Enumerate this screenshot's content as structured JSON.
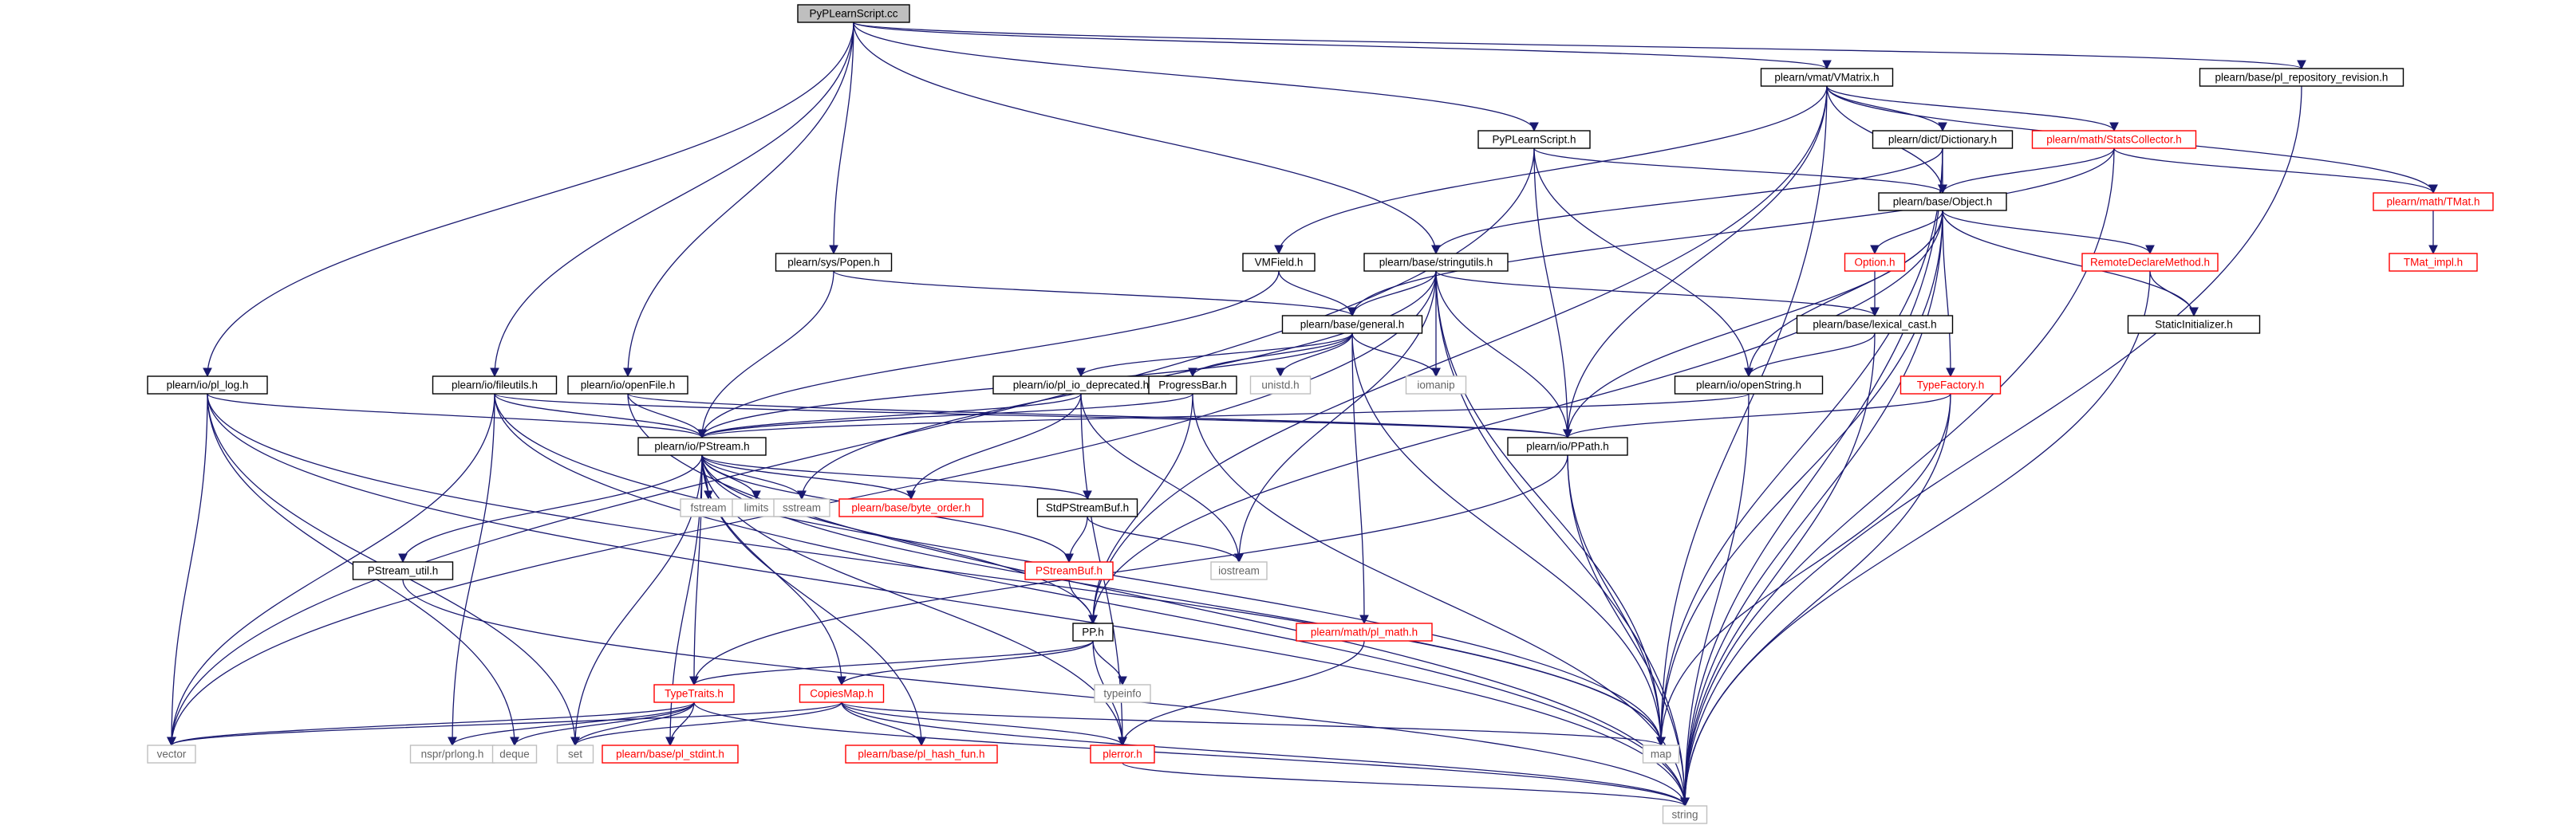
{
  "diagram": {
    "colors": {
      "edge": "#191970",
      "box_default": "#000000",
      "box_red": "#ff0000",
      "box_gray": "#bfbfbf",
      "root_fill": "#bfbfbf",
      "text_default": "#000000",
      "text_red": "#ff0000",
      "text_gray": "#666666"
    },
    "nodes": [
      {
        "id": "root",
        "label": "PyPLearnScript.cc",
        "style": "root"
      },
      {
        "id": "vmatrix",
        "label": "plearn/vmat/VMatrix.h",
        "style": "default"
      },
      {
        "id": "repo",
        "label": "plearn/base/pl_repository_revision.h",
        "style": "default"
      },
      {
        "id": "dict",
        "label": "plearn/dict/Dictionary.h",
        "style": "default"
      },
      {
        "id": "stats",
        "label": "plearn/math/StatsCollector.h",
        "style": "red"
      },
      {
        "id": "pyplearn",
        "label": "PyPLearnScript.h",
        "style": "default"
      },
      {
        "id": "object",
        "label": "plearn/base/Object.h",
        "style": "default"
      },
      {
        "id": "tmat",
        "label": "plearn/math/TMat.h",
        "style": "red"
      },
      {
        "id": "tmat_impl",
        "label": "TMat_impl.h",
        "style": "red"
      },
      {
        "id": "popen",
        "label": "plearn/sys/Popen.h",
        "style": "default"
      },
      {
        "id": "vmfield",
        "label": "VMField.h",
        "style": "default"
      },
      {
        "id": "stringutils",
        "label": "plearn/base/stringutils.h",
        "style": "default"
      },
      {
        "id": "option",
        "label": "Option.h",
        "style": "red"
      },
      {
        "id": "remote",
        "label": "RemoteDeclareMethod.h",
        "style": "red"
      },
      {
        "id": "general",
        "label": "plearn/base/general.h",
        "style": "default"
      },
      {
        "id": "lexical",
        "label": "plearn/base/lexical_cast.h",
        "style": "default"
      },
      {
        "id": "staticinit",
        "label": "StaticInitializer.h",
        "style": "default"
      },
      {
        "id": "pllog",
        "label": "plearn/io/pl_log.h",
        "style": "default"
      },
      {
        "id": "fileutils",
        "label": "plearn/io/fileutils.h",
        "style": "default"
      },
      {
        "id": "openfile",
        "label": "plearn/io/openFile.h",
        "style": "default"
      },
      {
        "id": "deprecated",
        "label": "plearn/io/pl_io_deprecated.h",
        "style": "default"
      },
      {
        "id": "progress",
        "label": "ProgressBar.h",
        "style": "default"
      },
      {
        "id": "unistd",
        "label": "unistd.h",
        "style": "gray"
      },
      {
        "id": "iomanip",
        "label": "iomanip",
        "style": "gray"
      },
      {
        "id": "openstring",
        "label": "plearn/io/openString.h",
        "style": "default"
      },
      {
        "id": "typefactory",
        "label": "TypeFactory.h",
        "style": "red"
      },
      {
        "id": "pstream",
        "label": "plearn/io/PStream.h",
        "style": "default"
      },
      {
        "id": "ppath",
        "label": "plearn/io/PPath.h",
        "style": "default"
      },
      {
        "id": "fstream",
        "label": "fstream",
        "style": "gray"
      },
      {
        "id": "limits",
        "label": "limits",
        "style": "gray"
      },
      {
        "id": "sstream",
        "label": "sstream",
        "style": "gray"
      },
      {
        "id": "byteorder",
        "label": "plearn/base/byte_order.h",
        "style": "red"
      },
      {
        "id": "stdpstreambuf",
        "label": "StdPStreamBuf.h",
        "style": "default"
      },
      {
        "id": "pstreamutil",
        "label": "PStream_util.h",
        "style": "default"
      },
      {
        "id": "pstreambuf",
        "label": "PStreamBuf.h",
        "style": "red"
      },
      {
        "id": "iostream",
        "label": "iostream",
        "style": "gray"
      },
      {
        "id": "pp",
        "label": "PP.h",
        "style": "default"
      },
      {
        "id": "plmath",
        "label": "plearn/math/pl_math.h",
        "style": "red"
      },
      {
        "id": "typeinfo",
        "label": "typeinfo",
        "style": "gray"
      },
      {
        "id": "typetraits",
        "label": "TypeTraits.h",
        "style": "red"
      },
      {
        "id": "copiesmap",
        "label": "CopiesMap.h",
        "style": "red"
      },
      {
        "id": "vector",
        "label": "vector",
        "style": "gray"
      },
      {
        "id": "nsprlong",
        "label": "nspr/prlong.h",
        "style": "gray"
      },
      {
        "id": "deque",
        "label": "deque",
        "style": "gray"
      },
      {
        "id": "set",
        "label": "set",
        "style": "gray"
      },
      {
        "id": "stdint",
        "label": "plearn/base/pl_stdint.h",
        "style": "red"
      },
      {
        "id": "hashfun",
        "label": "plearn/base/pl_hash_fun.h",
        "style": "red"
      },
      {
        "id": "plerror",
        "label": "plerror.h",
        "style": "red"
      },
      {
        "id": "map",
        "label": "map",
        "style": "gray"
      },
      {
        "id": "string",
        "label": "string",
        "style": "gray"
      }
    ],
    "edges": [
      [
        "root",
        "vmatrix"
      ],
      [
        "root",
        "repo"
      ],
      [
        "root",
        "pyplearn"
      ],
      [
        "root",
        "popen"
      ],
      [
        "root",
        "stringutils"
      ],
      [
        "root",
        "pllog"
      ],
      [
        "root",
        "fileutils"
      ],
      [
        "root",
        "openfile"
      ],
      [
        "vmatrix",
        "dict"
      ],
      [
        "vmatrix",
        "stats"
      ],
      [
        "vmatrix",
        "object"
      ],
      [
        "vmatrix",
        "tmat"
      ],
      [
        "vmatrix",
        "vmfield"
      ],
      [
        "vmatrix",
        "ppath"
      ],
      [
        "vmatrix",
        "pp"
      ],
      [
        "vmatrix",
        "map"
      ],
      [
        "repo",
        "string"
      ],
      [
        "dict",
        "object"
      ],
      [
        "dict",
        "stringutils"
      ],
      [
        "dict",
        "map"
      ],
      [
        "dict",
        "string"
      ],
      [
        "stats",
        "object"
      ],
      [
        "stats",
        "tmat"
      ],
      [
        "stats",
        "general"
      ],
      [
        "stats",
        "string"
      ],
      [
        "tmat",
        "tmat_impl"
      ],
      [
        "pyplearn",
        "object"
      ],
      [
        "pyplearn",
        "ppath"
      ],
      [
        "pyplearn",
        "openstring"
      ],
      [
        "pyplearn",
        "vector"
      ],
      [
        "object",
        "option"
      ],
      [
        "object",
        "remote"
      ],
      [
        "object",
        "staticinit"
      ],
      [
        "object",
        "typefactory"
      ],
      [
        "object",
        "openstring"
      ],
      [
        "object",
        "ppath"
      ],
      [
        "object",
        "pp"
      ],
      [
        "object",
        "map"
      ],
      [
        "object",
        "string"
      ],
      [
        "option",
        "lexical"
      ],
      [
        "remote",
        "staticinit"
      ],
      [
        "remote",
        "string"
      ],
      [
        "popen",
        "general"
      ],
      [
        "popen",
        "pstream"
      ],
      [
        "vmfield",
        "general"
      ],
      [
        "vmfield",
        "pstream"
      ],
      [
        "stringutils",
        "general"
      ],
      [
        "stringutils",
        "lexical"
      ],
      [
        "stringutils",
        "iomanip"
      ],
      [
        "stringutils",
        "sstream"
      ],
      [
        "stringutils",
        "iostream"
      ],
      [
        "stringutils",
        "vector"
      ],
      [
        "stringutils",
        "map"
      ],
      [
        "stringutils",
        "string"
      ],
      [
        "stringutils",
        "ppath"
      ],
      [
        "general",
        "deprecated"
      ],
      [
        "general",
        "progress"
      ],
      [
        "general",
        "unistd"
      ],
      [
        "general",
        "iomanip"
      ],
      [
        "general",
        "plmath"
      ],
      [
        "general",
        "map"
      ],
      [
        "general",
        "pstream"
      ],
      [
        "lexical",
        "openstring"
      ],
      [
        "lexical",
        "string"
      ],
      [
        "deprecated",
        "pstream"
      ],
      [
        "deprecated",
        "byteorder"
      ],
      [
        "deprecated",
        "iostream"
      ],
      [
        "deprecated",
        "plerror"
      ],
      [
        "progress",
        "pstream"
      ],
      [
        "progress",
        "pp"
      ],
      [
        "progress",
        "string"
      ],
      [
        "openstring",
        "pstream"
      ],
      [
        "openstring",
        "string"
      ],
      [
        "typefactory",
        "ppath"
      ],
      [
        "typefactory",
        "map"
      ],
      [
        "typefactory",
        "string"
      ],
      [
        "pllog",
        "pstream"
      ],
      [
        "pllog",
        "vector"
      ],
      [
        "pllog",
        "set"
      ],
      [
        "pllog",
        "deque"
      ],
      [
        "pllog",
        "string"
      ],
      [
        "pllog",
        "map"
      ],
      [
        "fileutils",
        "pstream"
      ],
      [
        "fileutils",
        "ppath"
      ],
      [
        "fileutils",
        "vector"
      ],
      [
        "fileutils",
        "nsprlong"
      ],
      [
        "fileutils",
        "string"
      ],
      [
        "fileutils",
        "map"
      ],
      [
        "openfile",
        "pstream"
      ],
      [
        "openfile",
        "ppath"
      ],
      [
        "openfile",
        "string"
      ],
      [
        "pstream",
        "fstream"
      ],
      [
        "pstream",
        "limits"
      ],
      [
        "pstream",
        "sstream"
      ],
      [
        "pstream",
        "byteorder"
      ],
      [
        "pstream",
        "stdpstreambuf"
      ],
      [
        "pstream",
        "pstreamutil"
      ],
      [
        "pstream",
        "pstreambuf"
      ],
      [
        "pstream",
        "pp"
      ],
      [
        "pstream",
        "typetraits"
      ],
      [
        "pstream",
        "copiesmap"
      ],
      [
        "pstream",
        "set"
      ],
      [
        "pstream",
        "stdint"
      ],
      [
        "pstream",
        "hashfun"
      ],
      [
        "pstream",
        "plerror"
      ],
      [
        "pstream",
        "map"
      ],
      [
        "ppath",
        "typetraits"
      ],
      [
        "ppath",
        "map"
      ],
      [
        "ppath",
        "string"
      ],
      [
        "stdpstreambuf",
        "pstreambuf"
      ],
      [
        "stdpstreambuf",
        "iostream"
      ],
      [
        "pstreamutil",
        "string"
      ],
      [
        "pstreambuf",
        "pp"
      ],
      [
        "pp",
        "typeinfo"
      ],
      [
        "pp",
        "typetraits"
      ],
      [
        "pp",
        "copiesmap"
      ],
      [
        "pp",
        "plerror"
      ],
      [
        "plmath",
        "plerror"
      ],
      [
        "typetraits",
        "vector"
      ],
      [
        "typetraits",
        "set"
      ],
      [
        "typetraits",
        "deque"
      ],
      [
        "typetraits",
        "stdint"
      ],
      [
        "typetraits",
        "string"
      ],
      [
        "typetraits",
        "nsprlong"
      ],
      [
        "copiesmap",
        "vector"
      ],
      [
        "copiesmap",
        "set"
      ],
      [
        "copiesmap",
        "map"
      ],
      [
        "copiesmap",
        "hashfun"
      ],
      [
        "copiesmap",
        "plerror"
      ],
      [
        "copiesmap",
        "string"
      ],
      [
        "plerror",
        "string"
      ]
    ]
  }
}
